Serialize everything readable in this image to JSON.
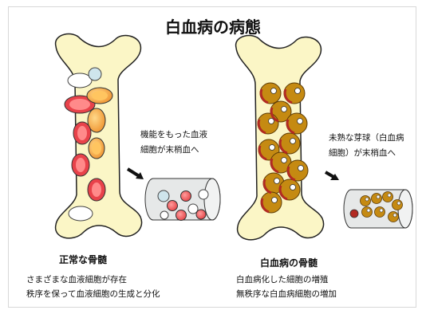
{
  "title": "白血病の病態",
  "normal": {
    "note_line1": "機能をもった血液",
    "note_line2": "細胞が末梢血へ",
    "heading": "正常な骨髄",
    "desc_line1": "さまざまな血液細胞が存在",
    "desc_line2": "秩序を保って血液細胞の生成と分化"
  },
  "leukemia": {
    "note_line1": "未熟な芽球（白血病",
    "note_line2": "細胞）が末梢血へ",
    "heading": "白血病の骨髄",
    "desc_line1": "白血病化した細胞の増殖",
    "desc_line2": "無秩序な白血病細胞の増加"
  },
  "colors": {
    "bone_fill": "#fbf6c6",
    "red_cell": "#e8424a",
    "orange_cell": "#f2a23b",
    "white_cell": "#ffffff",
    "blue_cell": "#cfe5ec",
    "blast_cell": "#c58a12",
    "vessel_fill": "#e6e8e8"
  }
}
